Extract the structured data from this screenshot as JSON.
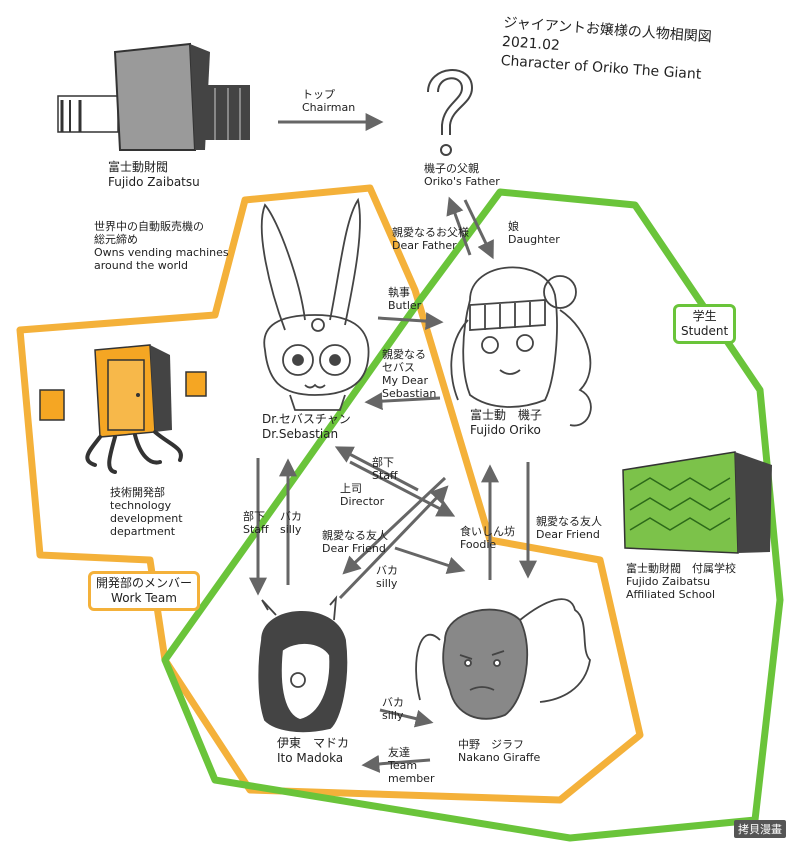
{
  "title": {
    "line1": "ジャイアントお嬢様の人物相関図",
    "line2": "2021.02",
    "line3": "Character of Oriko The Giant"
  },
  "colors": {
    "student_border": "#6ac43a",
    "work_team_border": "#f4b13a",
    "door_orange": "#f5a623",
    "school_green": "#7cc24a",
    "arrow_gray": "#666666",
    "building_gray": "#555555"
  },
  "nodes": {
    "fujido_zaibatsu": {
      "ja": "富士動財閥",
      "en": "Fujido Zaibatsu",
      "desc_ja_1": "世界中の自動販売機の",
      "desc_ja_2": "総元締め",
      "desc_en_1": "Owns vending machines",
      "desc_en_2": "around the world"
    },
    "father": {
      "ja": "機子の父親",
      "en": "Oriko's Father"
    },
    "sebastian": {
      "ja": "Dr.セバスチャン",
      "en": "Dr.Sebastian"
    },
    "oriko": {
      "ja": "富士動　機子",
      "en": "Fujido Oriko"
    },
    "tech_dept": {
      "ja": "技術開発部",
      "en_1": "technology",
      "en_2": "development",
      "en_3": "department"
    },
    "madoka": {
      "ja": "伊東　マドカ",
      "en": "Ito Madoka"
    },
    "giraffe": {
      "ja": "中野　ジラフ",
      "en": "Nakano Giraffe"
    },
    "school": {
      "ja": "富士動財閥　付属学校",
      "en_1": "Fujido Zaibatsu",
      "en_2": "Affiliated School"
    }
  },
  "groups": {
    "student": {
      "ja": "学生",
      "en": "Student"
    },
    "work_team": {
      "ja": "開発部のメンバー",
      "en": "Work Team"
    }
  },
  "relations": {
    "chairman": {
      "ja": "トップ",
      "en": "Chairman"
    },
    "dear_father": {
      "ja": "親愛なるお父様",
      "en": "Dear Father"
    },
    "daughter": {
      "ja": "娘",
      "en": "Daughter"
    },
    "butler": {
      "ja": "執事",
      "en": "Butler"
    },
    "my_dear_sebastian": {
      "ja_1": "親愛なる",
      "ja_2": "セバス",
      "en_1": "My Dear",
      "en_2": "Sebastian"
    },
    "staff_1": {
      "ja": "部下",
      "en": "Staff"
    },
    "silly_1": {
      "ja": "バカ",
      "en": "silly"
    },
    "staff_2": {
      "ja": "部下",
      "en": "Staff"
    },
    "director": {
      "ja": "上司",
      "en": "Director"
    },
    "dear_friend_1": {
      "ja": "親愛なる友人",
      "en": "Dear Friend"
    },
    "silly_2": {
      "ja": "バカ",
      "en": "silly"
    },
    "foodie": {
      "ja": "食いしん坊",
      "en": "Foodie"
    },
    "dear_friend_2": {
      "ja": "親愛なる友人",
      "en": "Dear Friend"
    },
    "silly_3": {
      "ja": "バカ",
      "en": "silly"
    },
    "team_member": {
      "ja": "友達",
      "en_1": "Team",
      "en_2": "member"
    }
  },
  "icons": {
    "question": "question-mark-icon",
    "rabbit": "rabbit-robot-icon",
    "oriko": "girl-portrait-icon",
    "door": "vending-door-icon",
    "madoka": "horned-girl-icon",
    "giraffe": "giraffe-boy-icon",
    "buildings": "skyscrapers-icon",
    "school": "school-building-icon"
  },
  "watermark": "拷貝漫畫"
}
